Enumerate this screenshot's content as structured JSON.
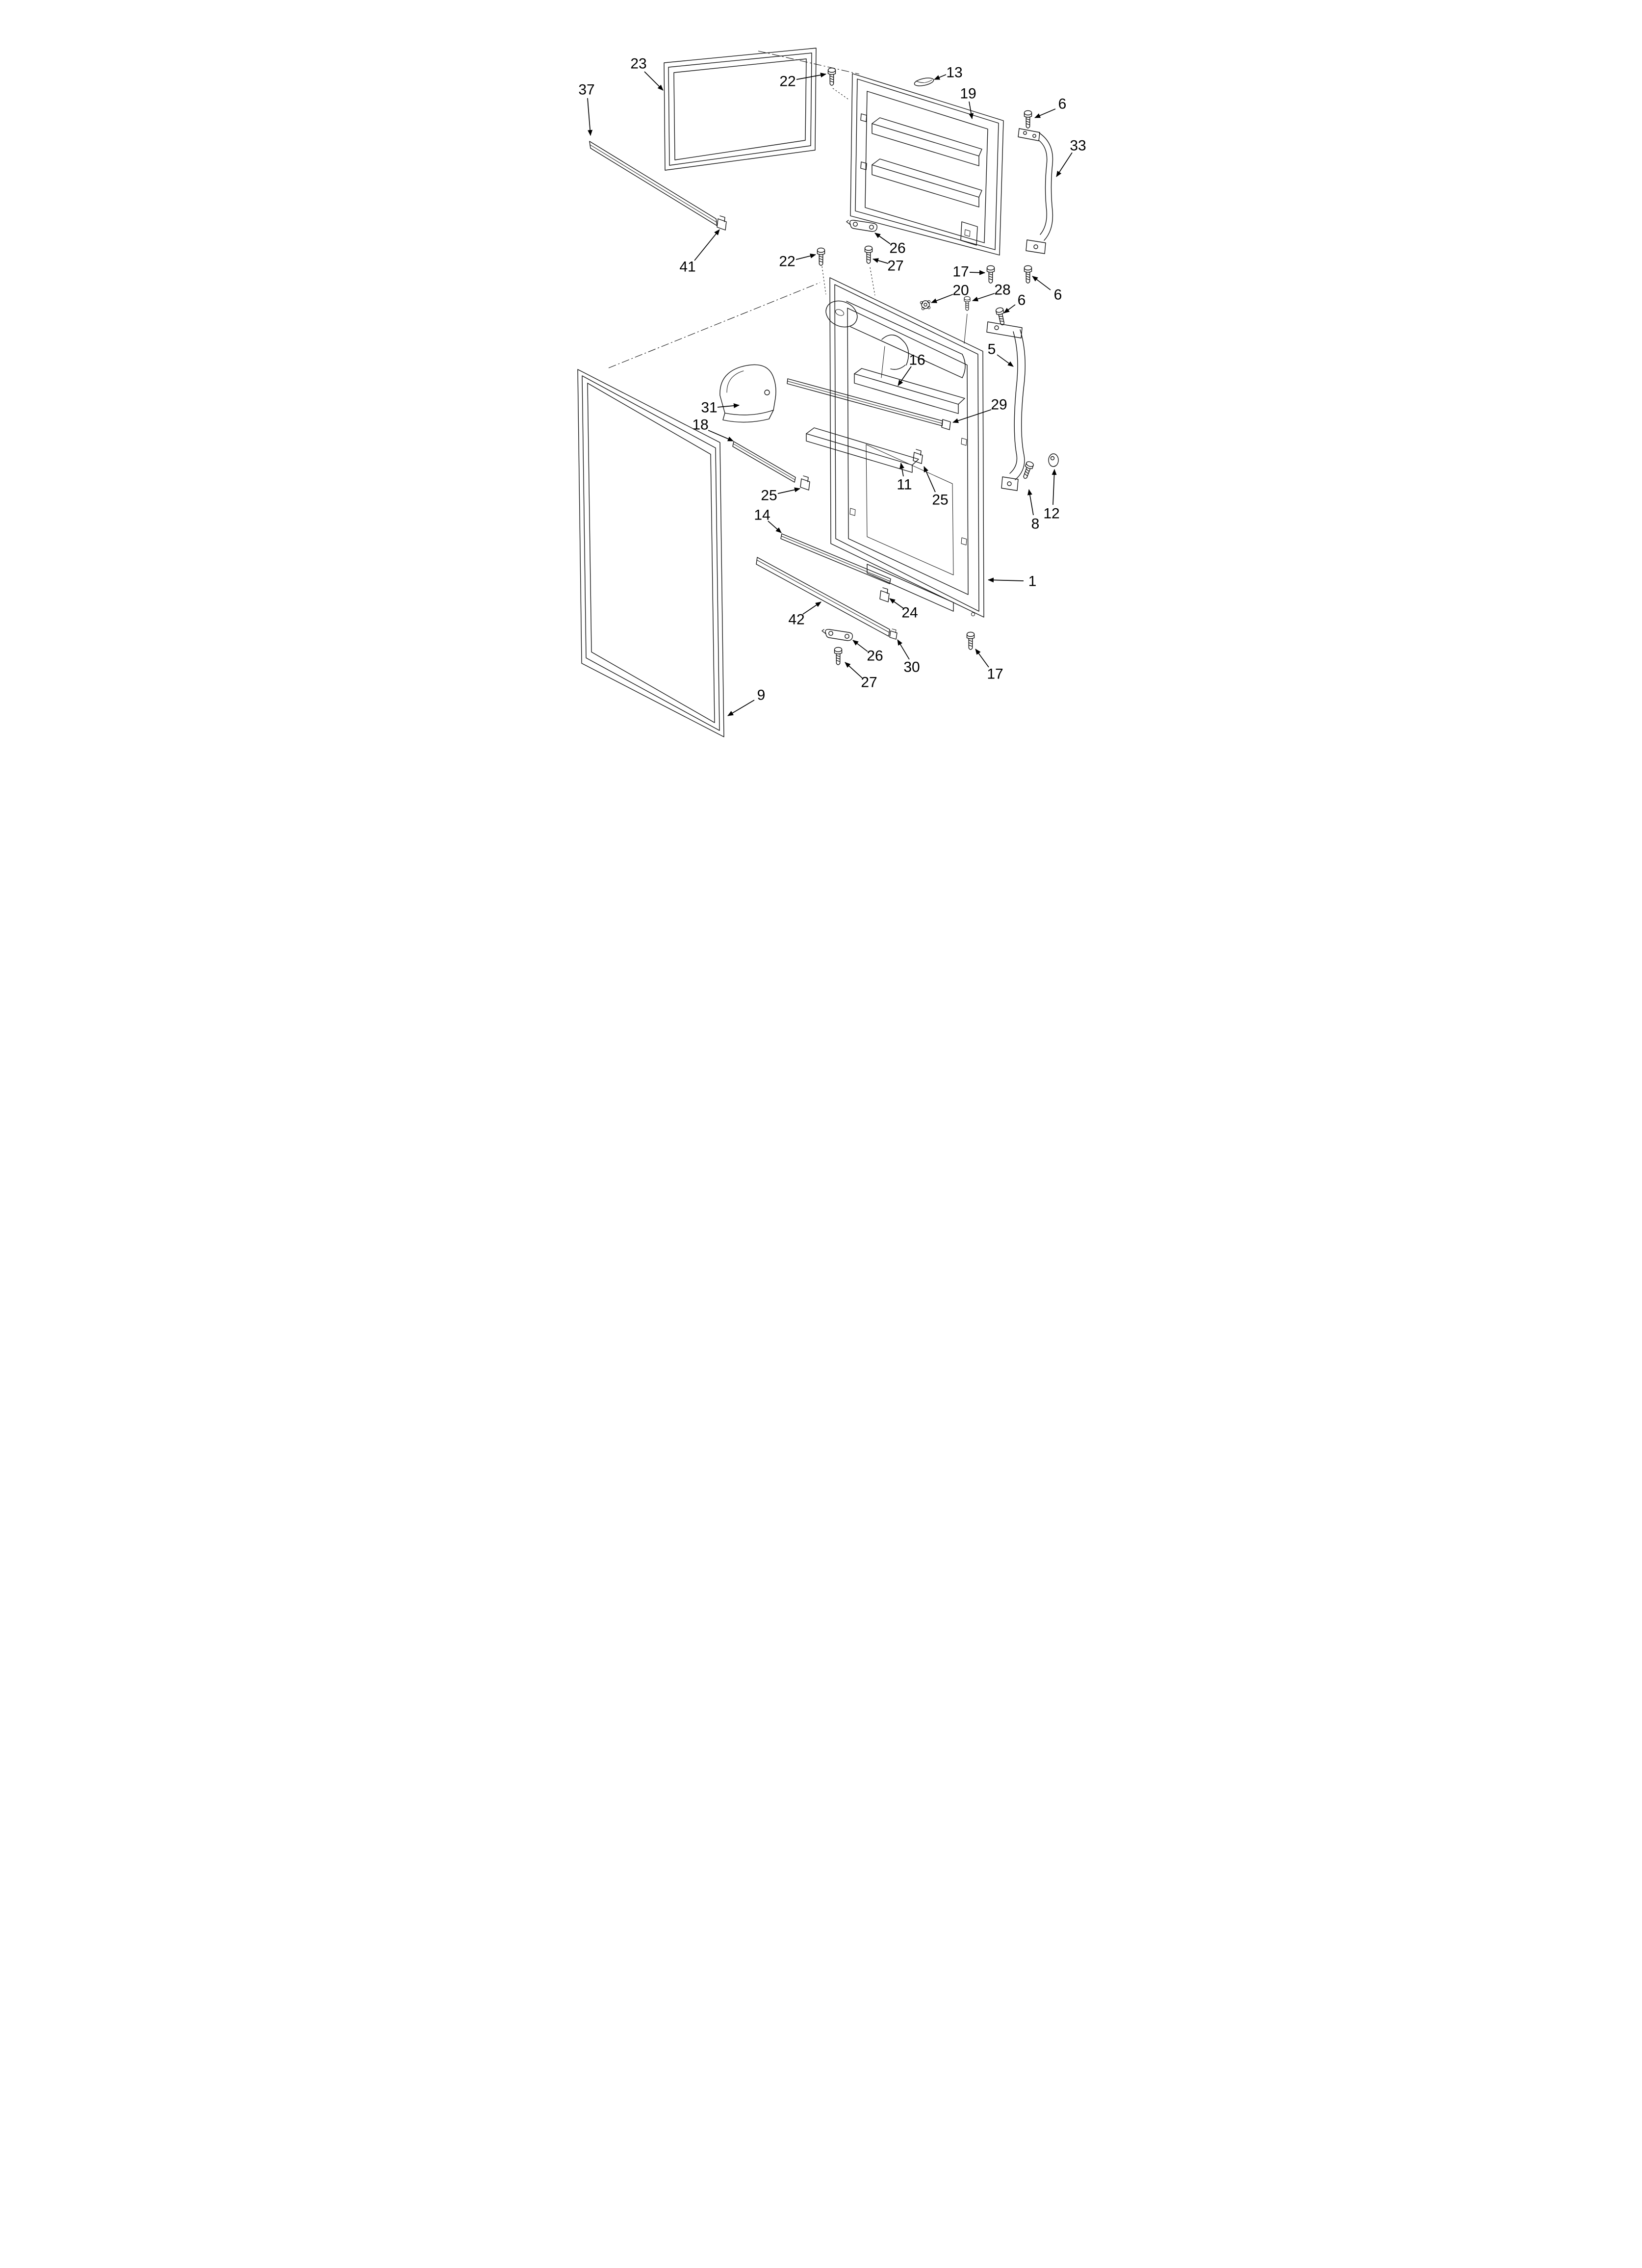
{
  "colors": {
    "background": "#ffffff",
    "line": "#111111",
    "label": "#000000"
  },
  "callouts": {
    "p23": "23",
    "p37": "37",
    "p22_top": "22",
    "p13": "13",
    "p19": "19",
    "p6_top": "6",
    "p33": "33",
    "p41": "41",
    "p26_freezer": "26",
    "p27_freezer": "27",
    "p22_mid": "22",
    "p17_mid": "17",
    "p6_mid": "6",
    "p20": "20",
    "p28": "28",
    "p6_lower": "6",
    "p5": "5",
    "p16": "16",
    "p31": "31",
    "p18": "18",
    "p29": "29",
    "p11": "11",
    "p25_left": "25",
    "p25_right": "25",
    "p14": "14",
    "p8": "8",
    "p12": "12",
    "p1": "1",
    "p42": "42",
    "p24": "24",
    "p26_bottom": "26",
    "p27_bottom": "27",
    "p30": "30",
    "p17_bottom": "17",
    "p9": "9"
  }
}
